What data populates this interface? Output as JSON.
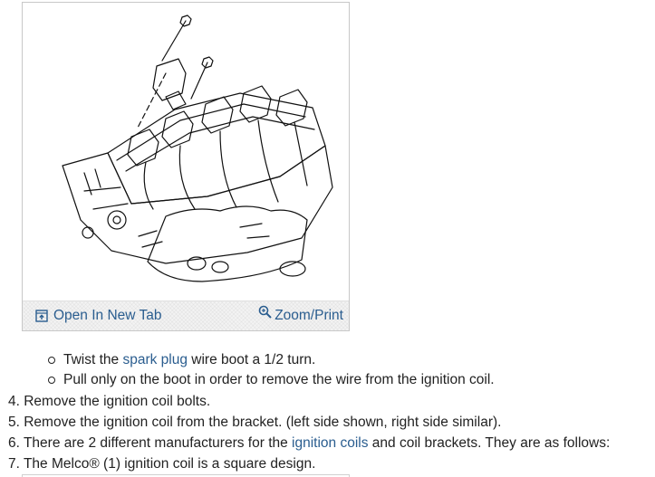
{
  "figure": {
    "open_label": "Open In New Tab",
    "zoom_label": "Zoom/Print",
    "icons": {
      "open": "open-new-tab-icon",
      "zoom": "magnifier-icon"
    }
  },
  "bullets": [
    {
      "pre": "Twist the ",
      "link": "spark plug",
      "post": " wire boot a 1/2 turn."
    },
    {
      "pre": "Pull only on the boot in order to remove the wire from the ignition coil.",
      "link": "",
      "post": ""
    }
  ],
  "steps": [
    {
      "pre": "4. Remove the ignition coil bolts.",
      "link": "",
      "post": ""
    },
    {
      "pre": "5. Remove the ignition coil from the bracket. (left side shown, right side similar).",
      "link": "",
      "post": ""
    },
    {
      "pre": "6. There are 2 different manufacturers for the ",
      "link": "ignition coils",
      "post": " and coil brackets. They are as follows:"
    },
    {
      "pre": "7. The Melco® (1) ignition coil is a square design.",
      "link": "",
      "post": ""
    }
  ],
  "colors": {
    "link": "#2a5d8f",
    "text": "#222222"
  }
}
